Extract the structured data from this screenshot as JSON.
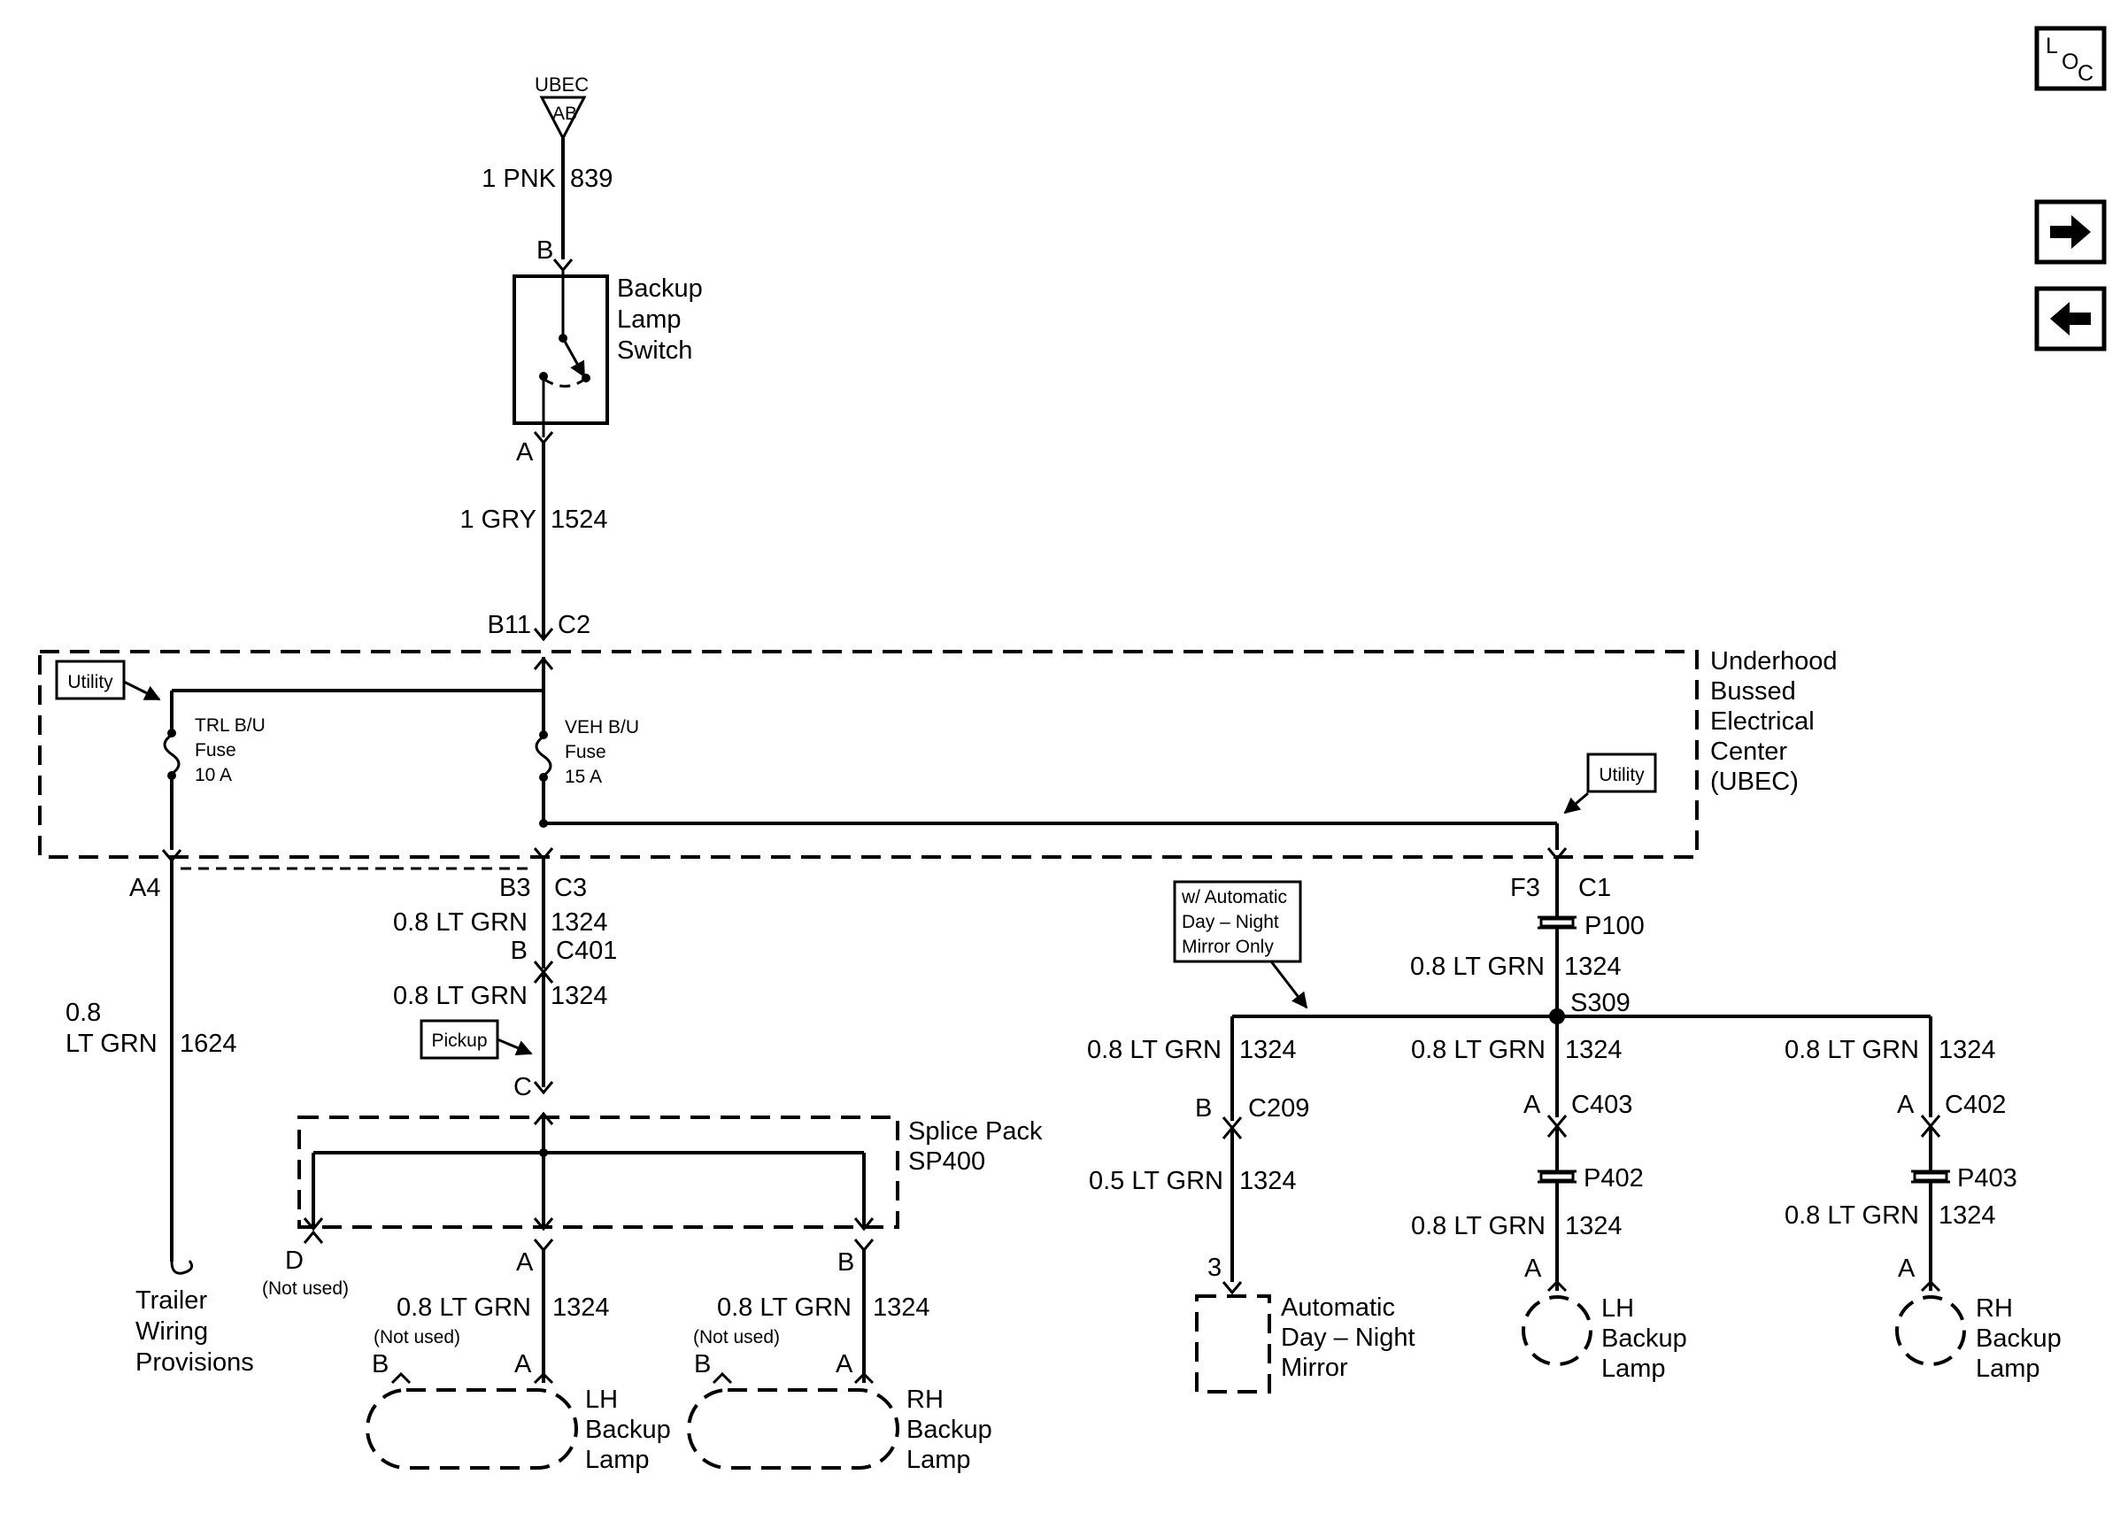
{
  "nav": {
    "loc_icon": "loc-icon",
    "next_icon": "arrow-right-icon",
    "prev_icon": "arrow-left-icon",
    "loc_L": "L",
    "loc_O": "O",
    "loc_C": "C"
  },
  "source": {
    "ubec": "UBEC",
    "ab": "AB"
  },
  "wire_839": {
    "gauge": "1 PNK",
    "circuit": "839"
  },
  "switch": {
    "pin_b": "B",
    "pin_a": "A",
    "name_1": "Backup",
    "name_2": "Lamp",
    "name_3": "Switch"
  },
  "wire_1524": {
    "gauge": "1 GRY",
    "circuit": "1524"
  },
  "ubec_box": {
    "conn_b11": "B11",
    "conn_c2": "C2",
    "name_1": "Underhood",
    "name_2": "Bussed",
    "name_3": "Electrical",
    "name_4": "Center",
    "name_5": "(UBEC)",
    "utility_left": "Utility",
    "utility_right": "Utility",
    "fuse_trl_1": "TRL B/U",
    "fuse_trl_2": "Fuse",
    "fuse_trl_3": "10 A",
    "fuse_veh_1": "VEH B/U",
    "fuse_veh_2": "Fuse",
    "fuse_veh_3": "15 A",
    "conn_a4": "A4",
    "conn_b3": "B3",
    "conn_c3": "C3",
    "conn_f3": "F3",
    "conn_c1": "C1"
  },
  "trailer": {
    "gauge_1": "0.8",
    "gauge_2": "LT GRN",
    "circuit": "1624",
    "name_1": "Trailer",
    "name_2": "Wiring",
    "name_3": "Provisions"
  },
  "center_branch": {
    "wire1_gauge": "0.8 LT GRN",
    "wire1_circuit": "1324",
    "conn_b": "B",
    "conn_c401": "C401",
    "wire2_gauge": "0.8 LT GRN",
    "wire2_circuit": "1324",
    "pickup": "Pickup",
    "conn_c": "C",
    "splice_1": "Splice Pack",
    "splice_2": "SP400",
    "pin_d": "D",
    "not_used_d": "(Not used)",
    "pin_a": "A",
    "pin_b": "B",
    "lh_gauge": "0.8 LT GRN",
    "lh_circuit": "1324",
    "rh_gauge": "0.8 LT GRN",
    "rh_circuit": "1324",
    "lh_not_used": "(Not used)",
    "lh_pin_b": "B",
    "lh_pin_a": "A",
    "rh_not_used": "(Not used)",
    "rh_pin_b": "B",
    "rh_pin_a": "A",
    "lh_lamp_1": "LH",
    "lh_lamp_2": "Backup",
    "lh_lamp_3": "Lamp",
    "rh_lamp_1": "RH",
    "rh_lamp_2": "Backup",
    "rh_lamp_3": "Lamp"
  },
  "right_branch": {
    "p100": "P100",
    "wire_gauge": "0.8 LT GRN",
    "wire_circuit": "1324",
    "s309": "S309",
    "mirror_note_1": "w/ Automatic",
    "mirror_note_2": "Day  –  Night",
    "mirror_note_3": "Mirror Only",
    "mirror": {
      "w1_gauge": "0.8 LT GRN",
      "w1_circuit": "1324",
      "conn_b": "B",
      "conn_c209": "C209",
      "w2_gauge": "0.5 LT GRN",
      "w2_circuit": "1324",
      "pin_3": "3",
      "name_1": "Automatic",
      "name_2": "Day – Night",
      "name_3": "Mirror"
    },
    "lh": {
      "w1_gauge": "0.8 LT GRN",
      "w1_circuit": "1324",
      "conn_a": "A",
      "conn_c403": "C403",
      "p402": "P402",
      "w2_gauge": "0.8 LT GRN",
      "w2_circuit": "1324",
      "pin_a": "A",
      "name_1": "LH",
      "name_2": "Backup",
      "name_3": "Lamp"
    },
    "rh": {
      "w1_gauge": "0.8 LT GRN",
      "w1_circuit": "1324",
      "conn_a": "A",
      "conn_c402": "C402",
      "p403": "P403",
      "w2_gauge": "0.8 LT GRN",
      "w2_circuit": "1324",
      "pin_a": "A",
      "name_1": "RH",
      "name_2": "Backup",
      "name_3": "Lamp"
    }
  }
}
